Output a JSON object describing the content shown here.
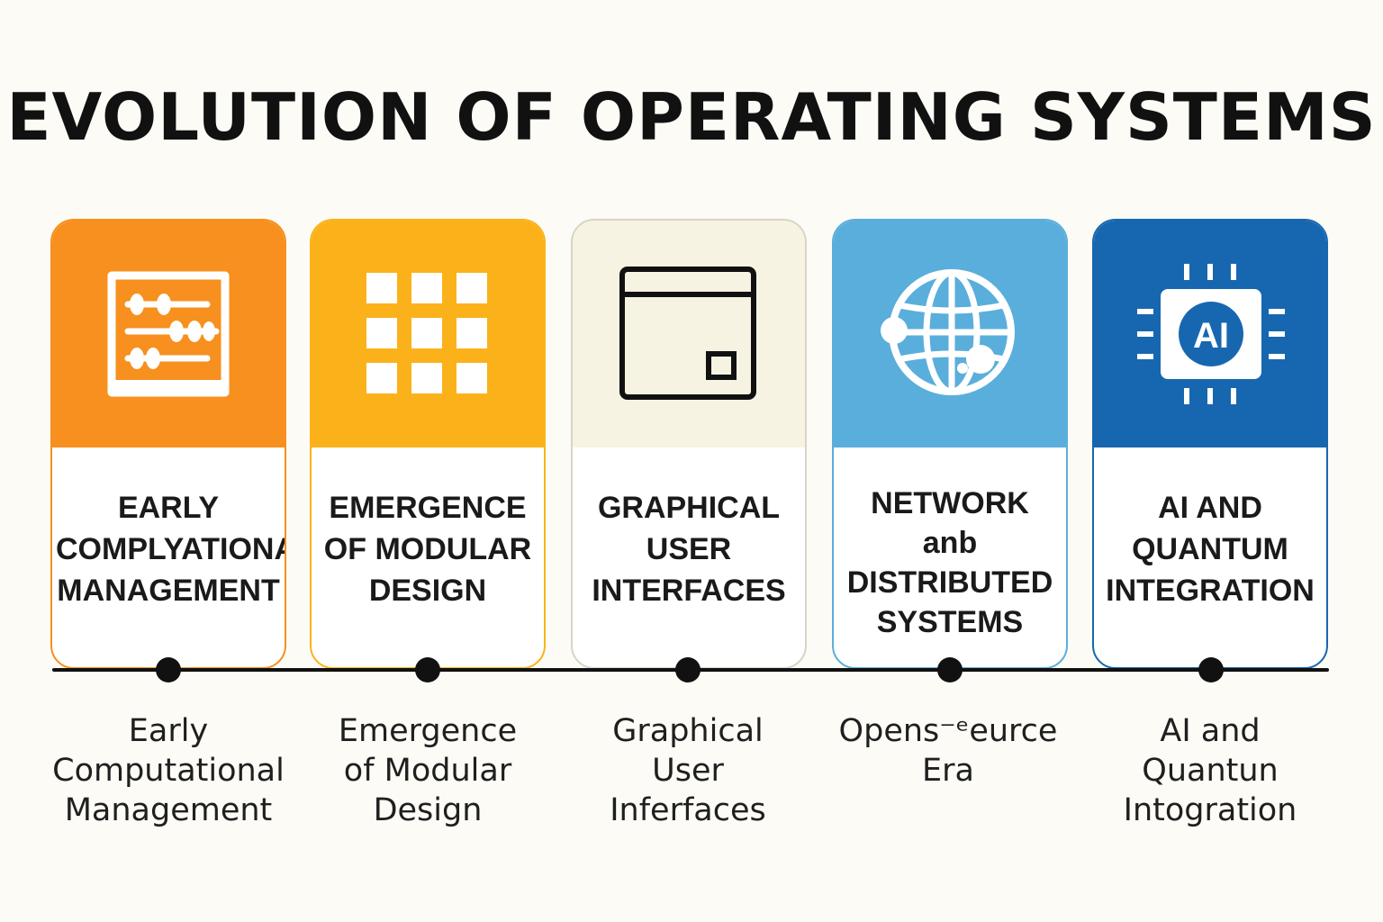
{
  "title": "EVOLUTION OF OPERATING SYSTEMS",
  "stages": [
    {
      "heading": "EARLY\nCOMPLYATIONAL\nMANAGEMENT",
      "caption": "Early\nComputational\nManagement",
      "icon": "abacus-icon",
      "color": "#f7901e"
    },
    {
      "heading": "EMERGENCE\nOF MODULAR\nDESIGN",
      "caption": "Emergence\nof Modular\nDesign",
      "icon": "module-grid-icon",
      "color": "#fbb21a"
    },
    {
      "heading": "GRAPHICAL\nUSER\nINTERFACES",
      "caption": "Graphical\nUser\nInferfaces",
      "icon": "window-icon",
      "color": "#f7f3e2"
    },
    {
      "heading": "NETWORK\nanb\nDISTRIBUTED\nSYSTEMS",
      "caption": "Opens⁻ᵉeurce\nEra",
      "icon": "globe-network-icon",
      "color": "#5aaedb"
    },
    {
      "heading": "AI AND\nQUANTUM\nINTEGRATION",
      "caption": "AI and\nQuantun\nIntogration",
      "icon": "ai-chip-icon",
      "icon_text": "AI",
      "color": "#1767b0"
    }
  ],
  "timeline_color": "#111111",
  "background": "#fcfbf6"
}
